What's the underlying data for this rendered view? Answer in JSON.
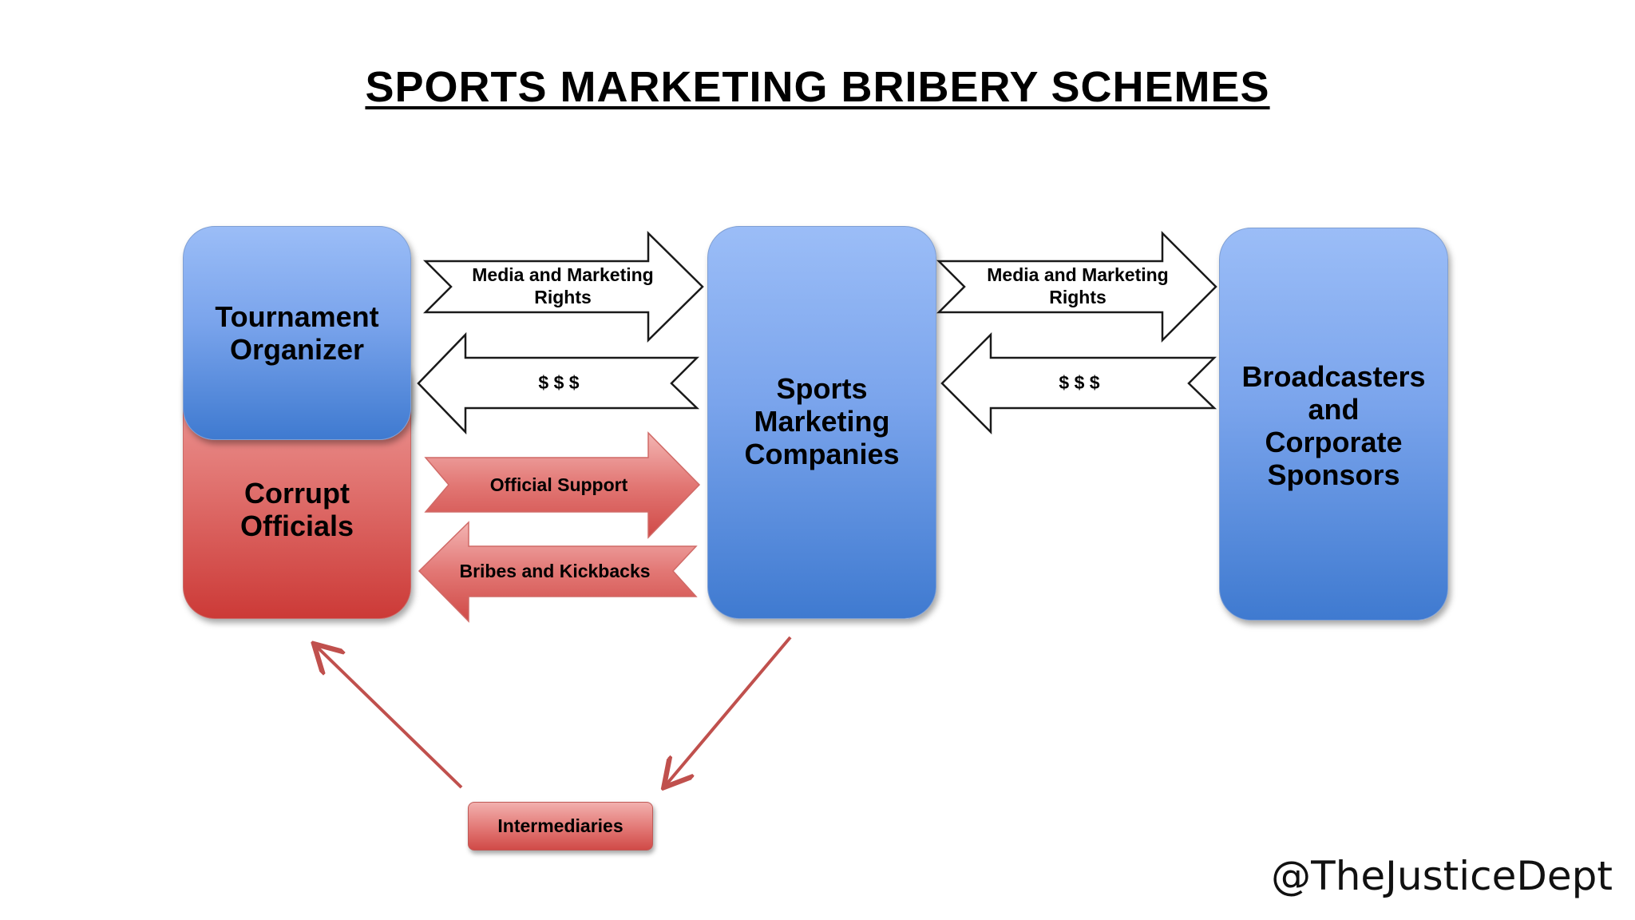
{
  "title": "SPORTS MARKETING BRIBERY SCHEMES",
  "nodes": {
    "tournament_organizer": "Tournament Organizer",
    "corrupt_officials": "Corrupt Officials",
    "sports_marketing_companies": "Sports Marketing Companies",
    "broadcasters": "Broadcasters and Corporate Sponsors",
    "intermediaries": "Intermediaries"
  },
  "arrows": {
    "media_rights_left_line1": "Media and Marketing",
    "media_rights_left_line2": "Rights",
    "money_left": "$ $ $",
    "official_support": "Official Support",
    "bribes_kickbacks": "Bribes and Kickbacks",
    "media_rights_right_line1": "Media and Marketing",
    "media_rights_right_line2": "Rights",
    "money_right": "$ $ $"
  },
  "handle": "@TheJusticeDept",
  "colors": {
    "blue_top": "#9bbdf7",
    "blue_bottom": "#3f7ad0",
    "red_top": "#f0a4a2",
    "red_bottom": "#cc3a37",
    "connector_red": "#c0504d"
  }
}
